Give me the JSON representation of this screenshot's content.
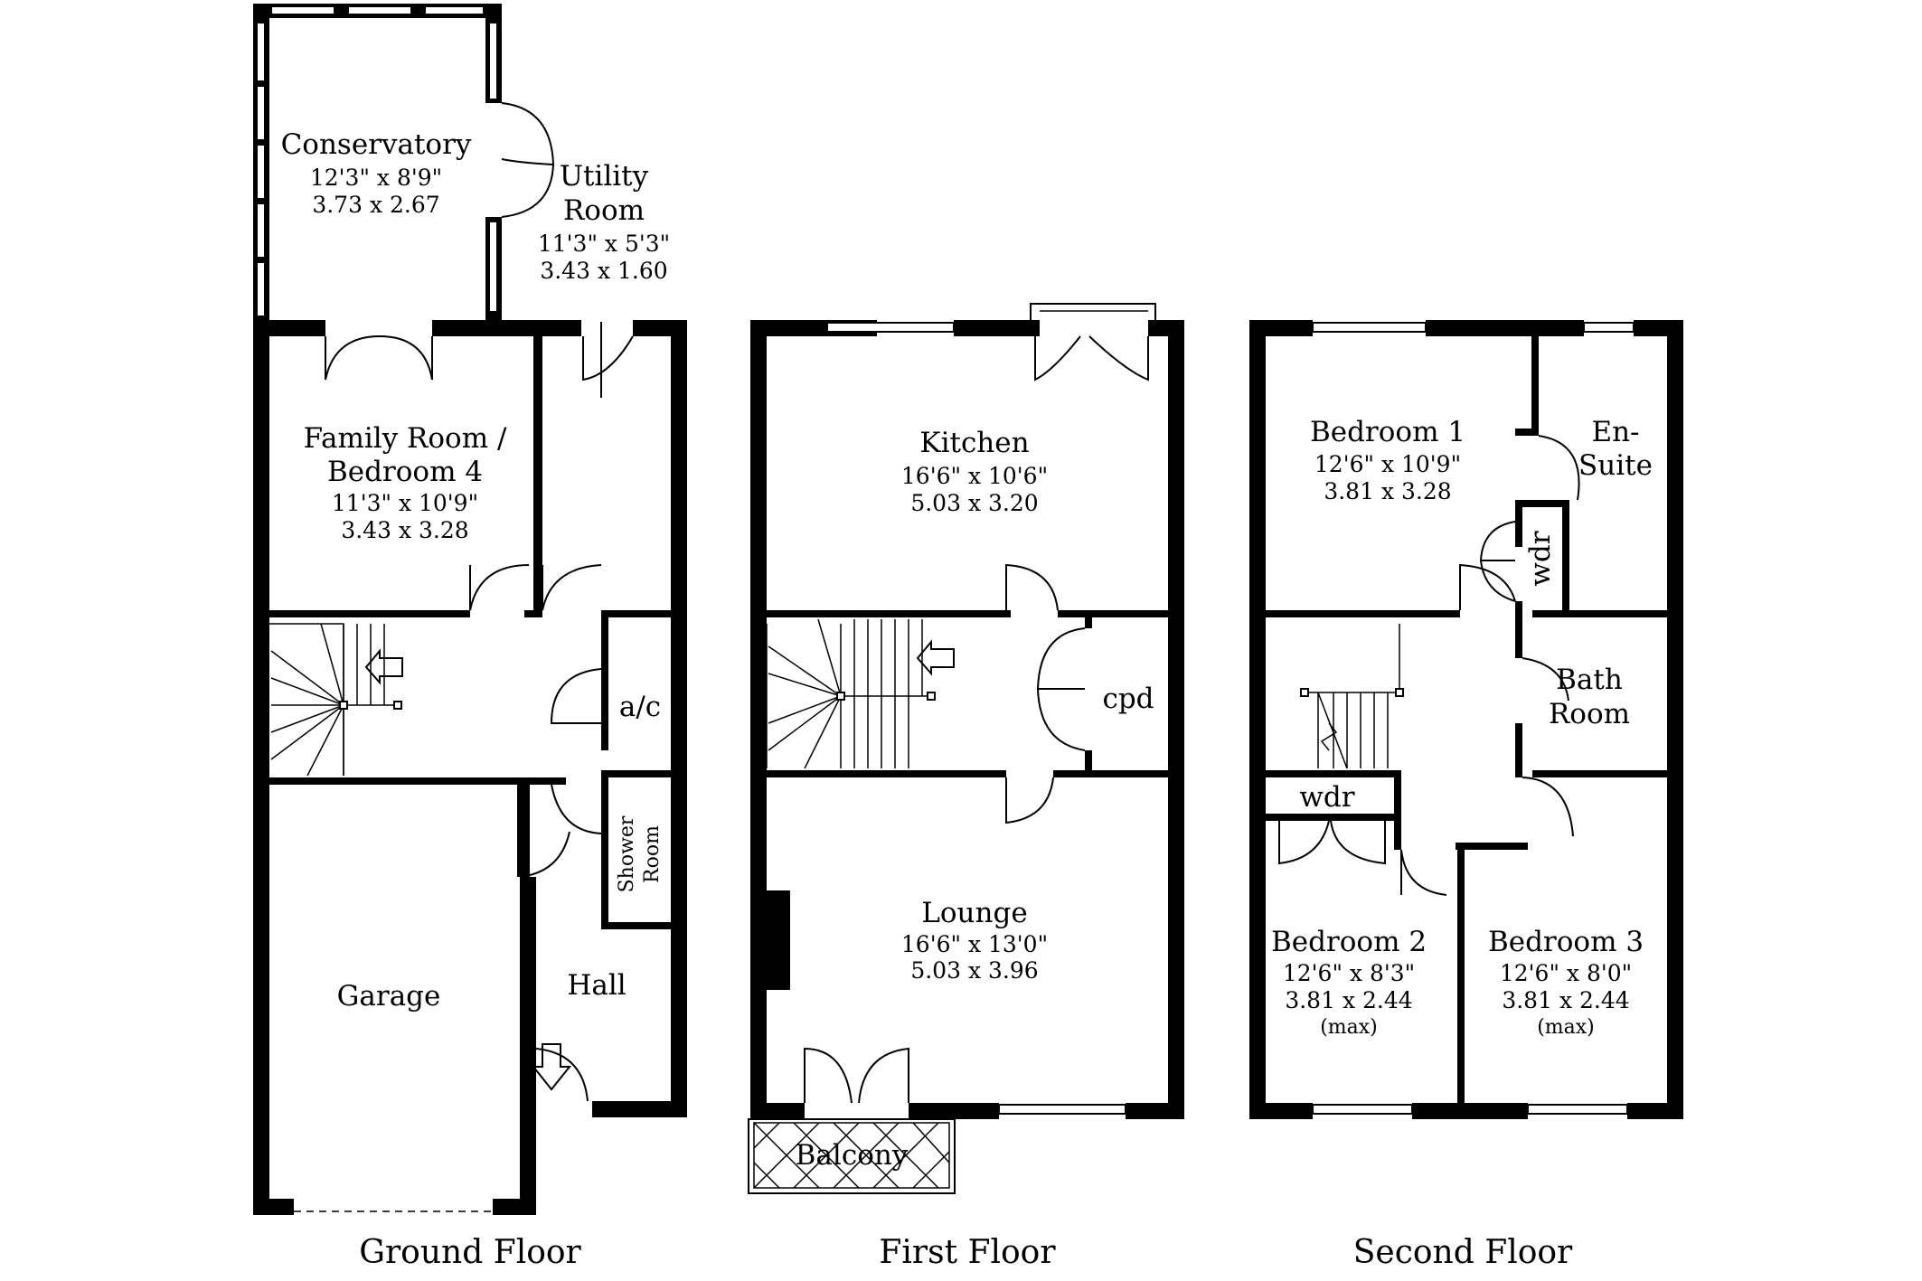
{
  "floors": {
    "ground": {
      "label": "Ground Floor",
      "rooms": {
        "conservatory": {
          "name": [
            "Conservatory"
          ],
          "imperial": "12'3\"  x  8'9\"",
          "metric": "3.73  x  2.67"
        },
        "utility": {
          "name": [
            "Utility",
            "Room"
          ],
          "imperial": "11'3\"  x  5'3\"",
          "metric": "3.43  x  1.60"
        },
        "family": {
          "name": [
            "Family Room /",
            "Bedroom 4"
          ],
          "imperial": "11'3\"  x  10'9\"",
          "metric": "3.43  x  3.28"
        },
        "ac": {
          "name": [
            "a/c"
          ]
        },
        "shower": {
          "name": [
            "Shower",
            "Room"
          ]
        },
        "garage": {
          "name": [
            "Garage"
          ]
        },
        "hall": {
          "name": [
            "Hall"
          ]
        }
      }
    },
    "first": {
      "label": "First Floor",
      "rooms": {
        "kitchen": {
          "name": [
            "Kitchen"
          ],
          "imperial": "16'6\"  x  10'6\"",
          "metric": "5.03  x  3.20"
        },
        "cpd": {
          "name": [
            "cpd"
          ]
        },
        "lounge": {
          "name": [
            "Lounge"
          ],
          "imperial": "16'6\"  x  13'0\"",
          "metric": "5.03  x  3.96"
        },
        "balcony": {
          "name": [
            "Balcony"
          ]
        }
      }
    },
    "second": {
      "label": "Second Floor",
      "rooms": {
        "bedroom1": {
          "name": [
            "Bedroom 1"
          ],
          "imperial": "12'6\"  x  10'9\"",
          "metric": "3.81  x  3.28"
        },
        "ensuite": {
          "name": [
            "En-",
            "Suite"
          ]
        },
        "wdr1": {
          "name": [
            "wdr"
          ]
        },
        "bathroom": {
          "name": [
            "Bath",
            "Room"
          ]
        },
        "wdr2": {
          "name": [
            "wdr"
          ]
        },
        "bedroom2": {
          "name": [
            "Bedroom 2"
          ],
          "imperial": "12'6\"  x  8'3\"",
          "metric": "3.81  x  2.44",
          "note": "(max)"
        },
        "bedroom3": {
          "name": [
            "Bedroom 3"
          ],
          "imperial": "12'6\"  x  8'0\"",
          "metric": "3.81  x  2.44",
          "note": "(max)"
        }
      }
    }
  }
}
